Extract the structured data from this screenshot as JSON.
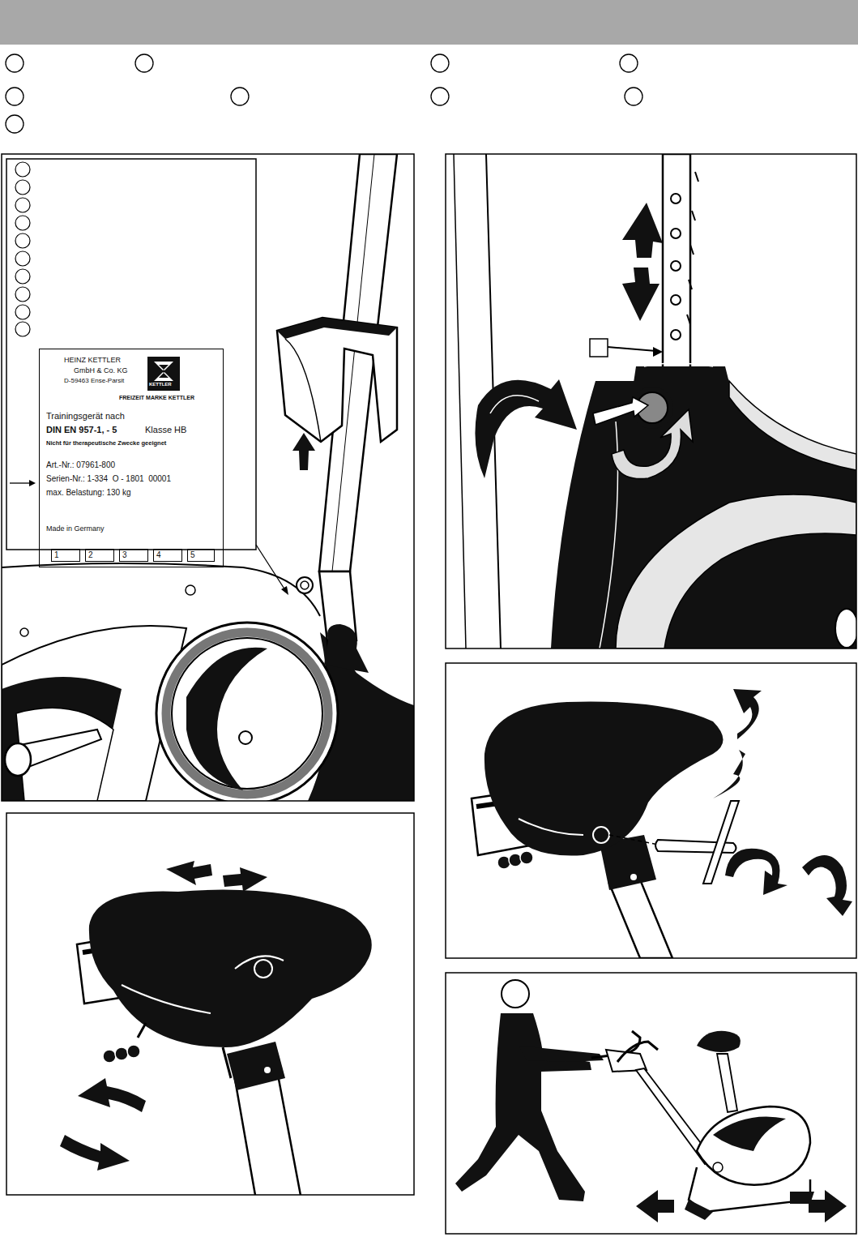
{
  "diagram": {
    "nodes": [
      {
        "text": [
          "HEINZ KETTLER",
          "GmbH & Co. KG",
          "D-59463 Ense-Parsit",
          "KETTLER",
          "FREIZEIT MARKE KETTLER",
          "Trainingsgerät nach",
          "DIN EN 957-1, - 5",
          "Klasse HB",
          "Nicht für therapeutische Zwecke geeignet",
          "Art.-Nr.: 07961-800",
          "Serien-Nr.: 1-334  O - 1801  00001",
          "max. Belastung: 130 kg",
          "Made in Germany"
        ]
      },
      {
        "text": [
          "1"
        ],
        "in": 0
      },
      {
        "text": [
          "2"
        ],
        "in": 0
      },
      {
        "text": [
          "3"
        ],
        "in": 0
      },
      {
        "text": [
          "4"
        ],
        "in": 0
      },
      {
        "text": [
          "5"
        ],
        "in": 0
      }
    ]
  }
}
